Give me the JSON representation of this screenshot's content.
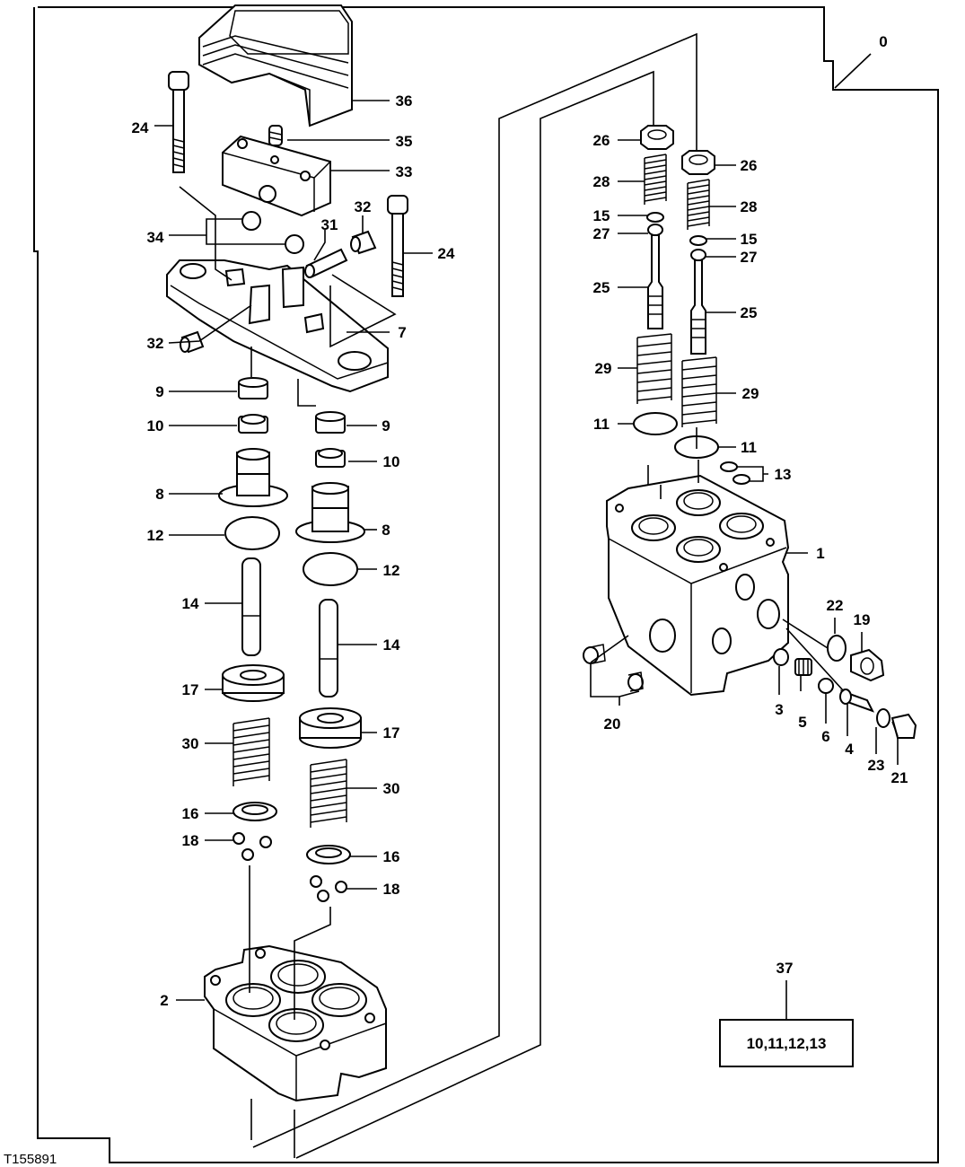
{
  "figure_id": "T155891",
  "callouts": {
    "c0": "0",
    "c1": "1",
    "c2": "2",
    "c3": "3",
    "c4": "4",
    "c5": "5",
    "c6": "6",
    "c7": "7",
    "c8a": "8",
    "c8b": "8",
    "c9a": "9",
    "c9b": "9",
    "c10a": "10",
    "c10b": "10",
    "c11a": "11",
    "c11b": "11",
    "c12a": "12",
    "c12b": "12",
    "c13": "13",
    "c14a": "14",
    "c14b": "14",
    "c15a": "15",
    "c15b": "15",
    "c16a": "16",
    "c16b": "16",
    "c17a": "17",
    "c17b": "17",
    "c18a": "18",
    "c18b": "18",
    "c19": "19",
    "c20": "20",
    "c21": "21",
    "c22": "22",
    "c23": "23",
    "c24a": "24",
    "c24b": "24",
    "c25a": "25",
    "c25b": "25",
    "c26a": "26",
    "c26b": "26",
    "c27a": "27",
    "c27b": "27",
    "c28a": "28",
    "c28b": "28",
    "c29a": "29",
    "c29b": "29",
    "c30a": "30",
    "c30b": "30",
    "c31": "31",
    "c32a": "32",
    "c32b": "32",
    "c33": "33",
    "c34": "34",
    "c35": "35",
    "c36": "36",
    "c37": "37"
  },
  "kit_box": {
    "label": "10,11,12,13"
  }
}
